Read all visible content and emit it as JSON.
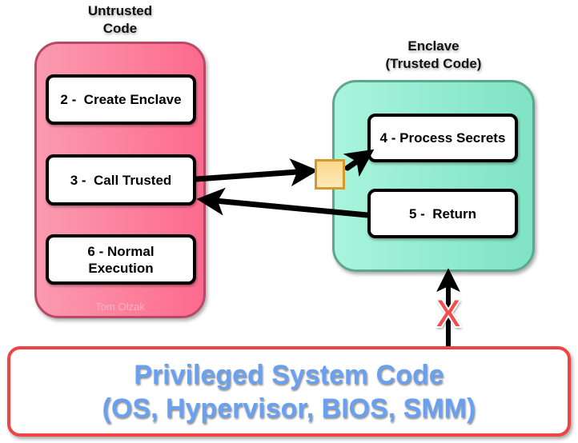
{
  "untrusted": {
    "title_line1": "Untrusted",
    "title_line2": "Code",
    "steps": [
      {
        "label": "2 -  Create Enclave"
      },
      {
        "label": "3 -  Call Trusted"
      },
      {
        "label": "6 - Normal\nExecution"
      }
    ],
    "watermark": "Tom Olzak",
    "color": "#fd6a8d"
  },
  "enclave": {
    "title_line1": "Enclave",
    "title_line2": "(Trusted Code)",
    "steps": [
      {
        "label": "4 - Process Secrets"
      },
      {
        "label": "5 -  Return"
      }
    ],
    "color": "#8ee8cc"
  },
  "privileged": {
    "line1": "Privileged System Code",
    "line2": "(OS, Hypervisor, BIOS, SMM)",
    "border_color": "#f04444",
    "text_color": "#6aa0f0"
  },
  "blocked_marker": "X",
  "blocked_color": "#f44b4b",
  "gate_color": "#fbd98a"
}
